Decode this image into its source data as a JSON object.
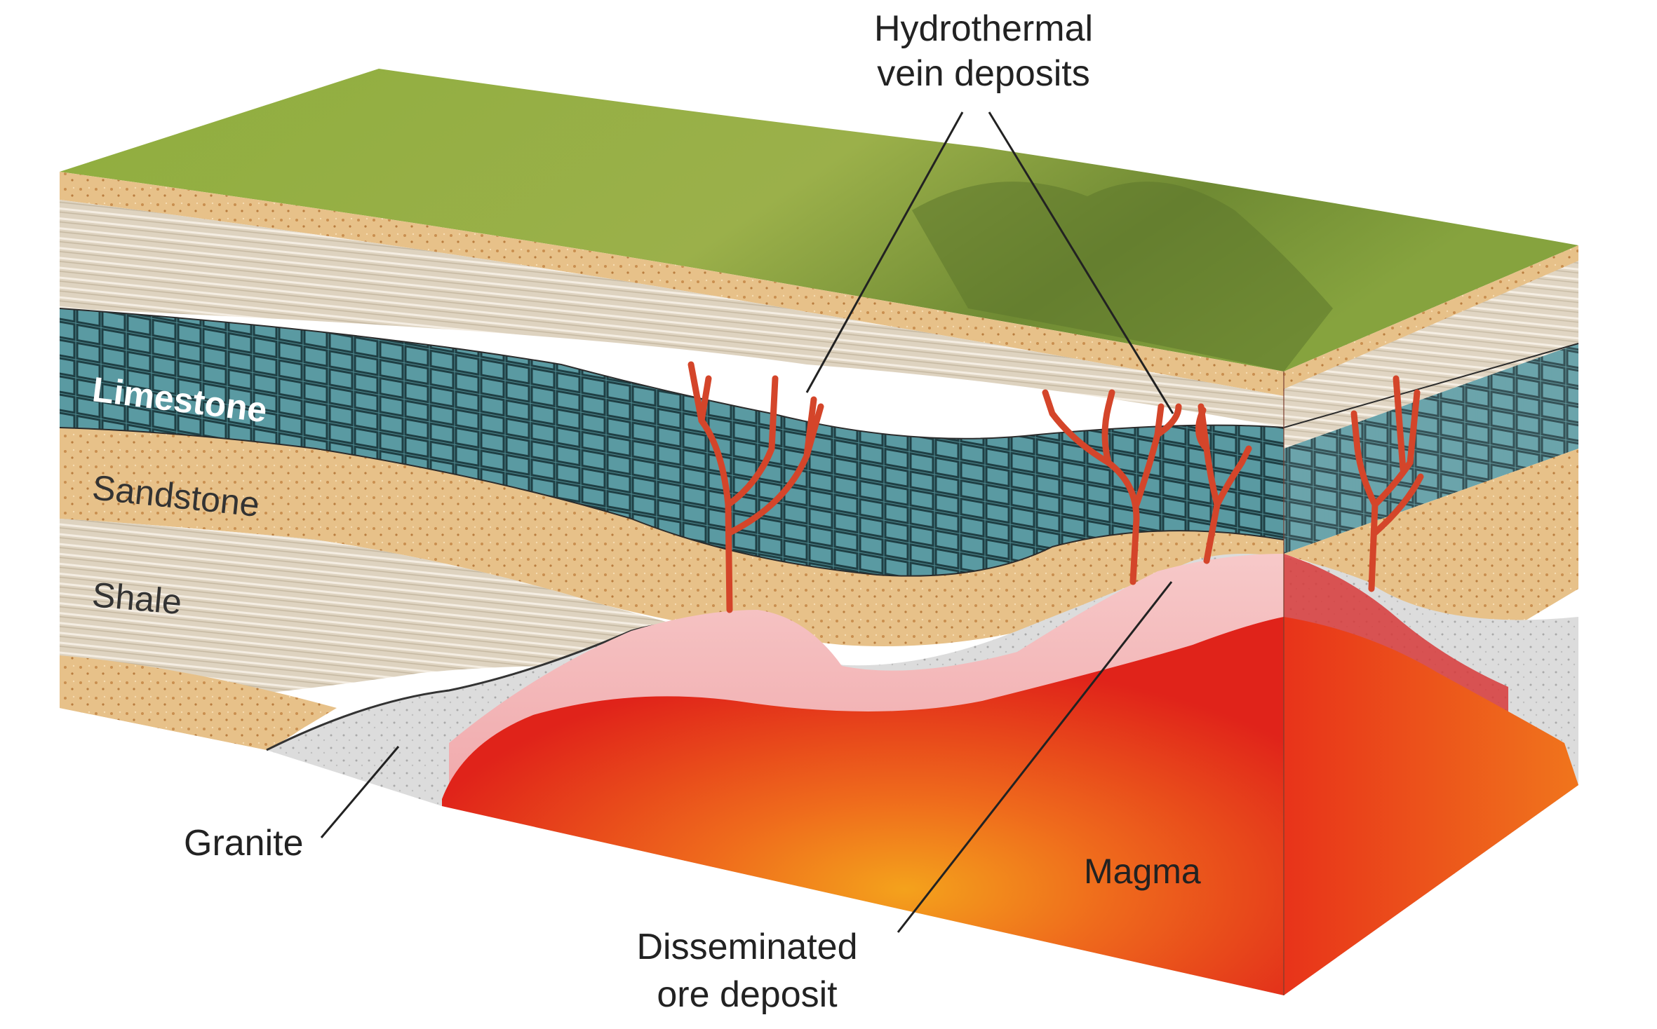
{
  "labels": {
    "hydrothermal_line1": "Hydrothermal",
    "hydrothermal_line2": "vein deposits",
    "limestone": "Limestone",
    "sandstone": "Sandstone",
    "shale": "Shale",
    "granite": "Granite",
    "magma": "Magma",
    "disseminated_line1": "Disseminated",
    "disseminated_line2": "ore deposit"
  },
  "colors": {
    "grass": "#8eaa3c",
    "grass_dark": "#5f7a2a",
    "sand": "#e7c189",
    "shale": "#ddd2bf",
    "limestone": "#4f8c93",
    "limestone_lines": "#1f3f44",
    "granite": "#d8d8d8",
    "magma": "#e2231a",
    "magma_glow": "#f7a21b",
    "pink_rock": "#f3b9bb",
    "vein": "#d4452a",
    "leader": "#222222"
  }
}
